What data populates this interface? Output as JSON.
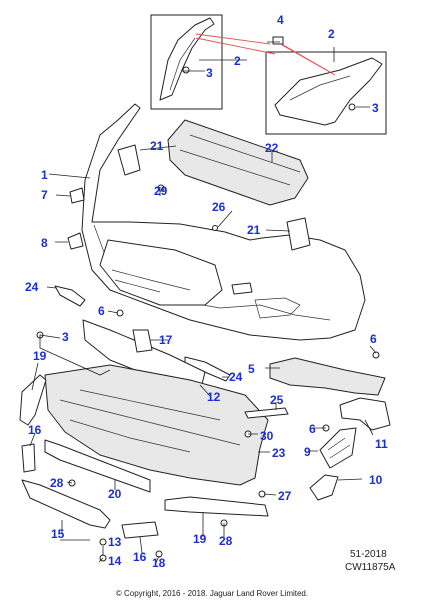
{
  "callouts": {
    "c1": "1",
    "c2a": "2",
    "c2b": "2",
    "c3a": "3",
    "c3b": "3",
    "c3c": "3",
    "c4": "4",
    "c5": "5",
    "c6a": "6",
    "c6b": "6",
    "c6c": "6",
    "c7": "7",
    "c8": "8",
    "c9": "9",
    "c10": "10",
    "c11": "11",
    "c12": "12",
    "c13": "13",
    "c14": "14",
    "c15": "15",
    "c16a": "16",
    "c16b": "16",
    "c17": "17",
    "c18": "18",
    "c19a": "19",
    "c19b": "19",
    "c20": "20",
    "c21a": "21",
    "c21b": "21",
    "c22": "22",
    "c23": "23",
    "c24a": "24",
    "c24b": "24",
    "c25": "25",
    "c26": "26",
    "c27": "27",
    "c28a": "28",
    "c28b": "28",
    "c29": "29",
    "c30": "30"
  },
  "footer": {
    "ref_code": "51-2018",
    "diagram_id": "CW11875A",
    "copyright": "© Copyright, 2016 - 2018. Jaguar Land Rover Limited."
  },
  "colors": {
    "callout": "#1a2fd0",
    "highlight_line": "#e05050",
    "line": "#222222"
  }
}
